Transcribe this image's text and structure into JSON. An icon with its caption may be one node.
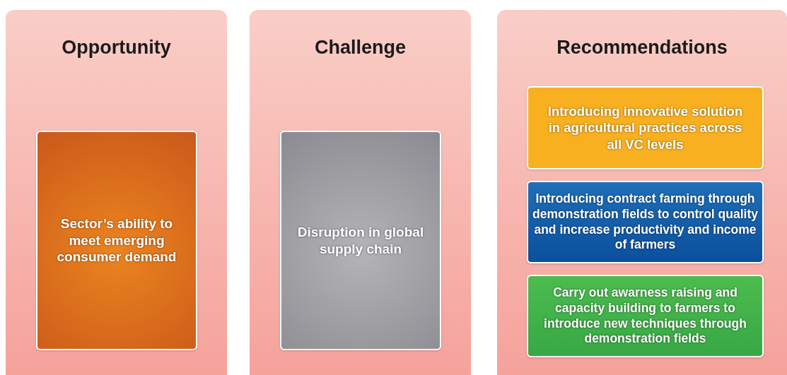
{
  "diagram": {
    "nodes": [
      {
        "text": [
          "Opportunity"
        ]
      },
      {
        "text": [
          "Sector’s ability to meet emerging consumer demand"
        ],
        "in": 0
      },
      {
        "text": [
          "Challenge"
        ]
      },
      {
        "text": [
          "Disruption in global supply chain"
        ],
        "in": 2
      },
      {
        "text": [
          "Recommendations"
        ]
      },
      {
        "text": [
          "Introducing innovative solution in agricultural practices across all VC levels"
        ],
        "in": 4
      },
      {
        "text": [
          "Introducing contract farming through demonstration fields to control quality and increase productivity and income of farmers"
        ],
        "in": 4
      },
      {
        "text": [
          "Carry out awarness raising and capacity building to farmers to introduce new techniques through demonstration fields"
        ],
        "in": 4
      }
    ]
  }
}
